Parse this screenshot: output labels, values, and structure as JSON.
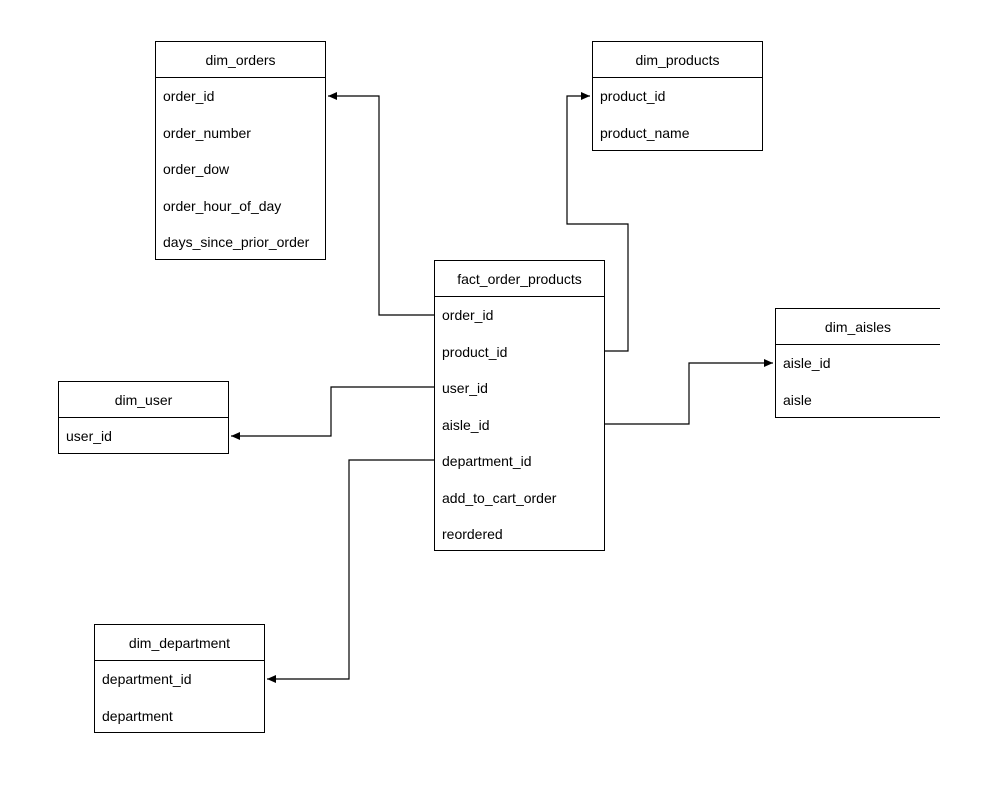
{
  "entities": {
    "dim_orders": {
      "title": "dim_orders",
      "fields": [
        "order_id",
        "order_number",
        "order_dow",
        "order_hour_of_day",
        "days_since_prior_order"
      ]
    },
    "dim_products": {
      "title": "dim_products",
      "fields": [
        "product_id",
        "product_name"
      ]
    },
    "fact_order_products": {
      "title": "fact_order_products",
      "fields": [
        "order_id",
        "product_id",
        "user_id",
        "aisle_id",
        "department_id",
        "add_to_cart_order",
        "reordered"
      ]
    },
    "dim_aisles": {
      "title": "dim_aisles",
      "fields": [
        "aisle_id",
        "aisle"
      ]
    },
    "dim_user": {
      "title": "dim_user",
      "fields": [
        "user_id"
      ]
    },
    "dim_department": {
      "title": "dim_department",
      "fields": [
        "department_id",
        "department"
      ]
    }
  },
  "relationships": [
    {
      "from": "fact_order_products.order_id",
      "to": "dim_orders.order_id"
    },
    {
      "from": "fact_order_products.product_id",
      "to": "dim_products.product_id"
    },
    {
      "from": "fact_order_products.aisle_id",
      "to": "dim_aisles.aisle_id"
    },
    {
      "from": "fact_order_products.user_id",
      "to": "dim_user.user_id"
    },
    {
      "from": "fact_order_products.department_id",
      "to": "dim_department.department_id"
    }
  ],
  "colors": {
    "line": "#000000",
    "border": "#000000",
    "background": "#ffffff"
  }
}
